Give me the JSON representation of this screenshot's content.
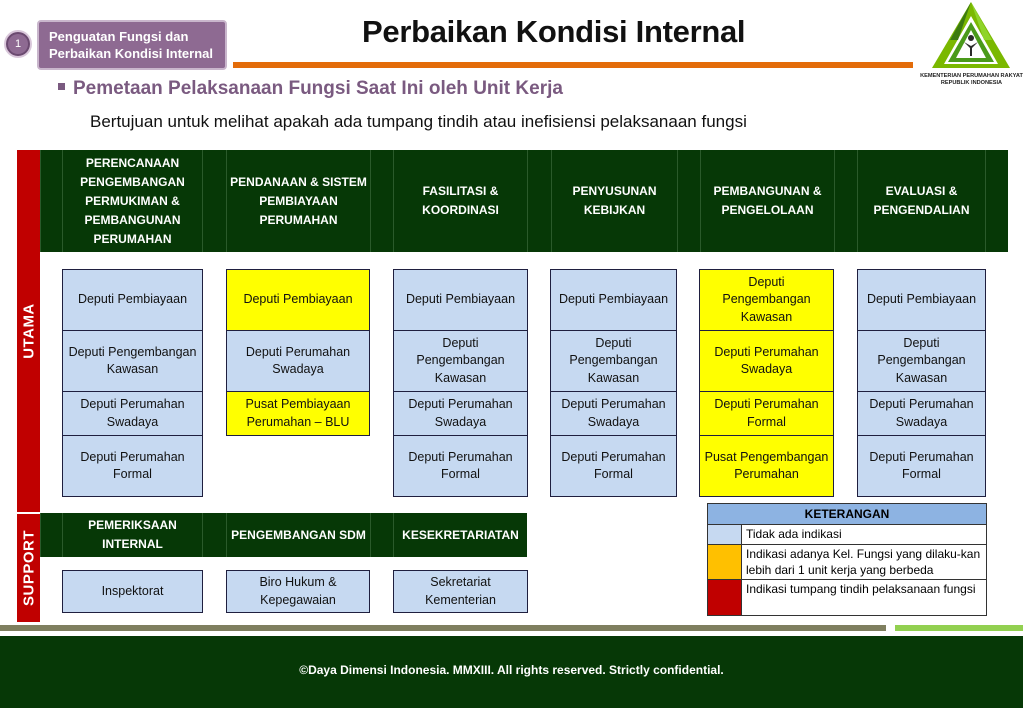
{
  "header": {
    "section_number": "1",
    "section_line1": "Penguatan Fungsi dan",
    "section_line2": "Perbaikan Kondisi Internal",
    "title": "Perbaikan Kondisi Internal",
    "logo_line1": "KEMENTERIAN PERUMAHAN RAKYAT",
    "logo_line2": "REPUBLIK INDONESIA"
  },
  "bullet": {
    "title": "Pemetaan Pelaksanaan Fungsi Saat Ini oleh Unit Kerja",
    "subtitle": "Bertujuan untuk melihat apakah ada tumpang tindih atau inefisiensi pelaksanaan fungsi"
  },
  "side_labels": {
    "utama": "UTAMA",
    "support": "SUPPORT"
  },
  "utama_columns": [
    {
      "header": "PERENCANAAN PENGEMBANGAN PERMUKIMAN & PEMBANGUNAN PERUMAHAN",
      "units": [
        {
          "label": "Deputi Pembiayaan",
          "color": "#c6d9f1"
        },
        {
          "label": "Deputi Pengembangan Kawasan",
          "color": "#c6d9f1"
        },
        {
          "label": "Deputi Perumahan Swadaya",
          "color": "#c6d9f1"
        },
        {
          "label": "Deputi Perumahan Formal",
          "color": "#c6d9f1"
        }
      ]
    },
    {
      "header": "PENDANAAN & SISTEM PEMBIAYAAN PERUMAHAN",
      "units": [
        {
          "label": "Deputi Pembiayaan",
          "color": "#ffff00"
        },
        {
          "label": "Deputi Perumahan Swadaya",
          "color": "#c6d9f1"
        },
        {
          "label": "Pusat Pembiayaan Perumahan – BLU",
          "color": "#ffff00"
        }
      ]
    },
    {
      "header": "FASILITASI & KOORDINASI",
      "units": [
        {
          "label": "Deputi Pembiayaan",
          "color": "#c6d9f1"
        },
        {
          "label": "Deputi Pengembangan Kawasan",
          "color": "#c6d9f1"
        },
        {
          "label": "Deputi Perumahan Swadaya",
          "color": "#c6d9f1"
        },
        {
          "label": "Deputi Perumahan Formal",
          "color": "#c6d9f1"
        }
      ]
    },
    {
      "header": "PENYUSUNAN KEBIJKAN",
      "units": [
        {
          "label": "Deputi Pembiayaan",
          "color": "#c6d9f1"
        },
        {
          "label": "Deputi Pengembangan Kawasan",
          "color": "#c6d9f1"
        },
        {
          "label": "Deputi Perumahan Swadaya",
          "color": "#c6d9f1"
        },
        {
          "label": "Deputi Perumahan Formal",
          "color": "#c6d9f1"
        }
      ]
    },
    {
      "header": "PEMBANGUNAN & PENGELOLAAN",
      "units": [
        {
          "label": "Deputi Pengembangan Kawasan",
          "color": "#ffff00"
        },
        {
          "label": "Deputi Perumahan Swadaya",
          "color": "#ffff00"
        },
        {
          "label": "Deputi Perumahan Formal",
          "color": "#ffff00"
        },
        {
          "label": "Pusat Pengembangan Perumahan",
          "color": "#ffff00"
        }
      ]
    },
    {
      "header": "EVALUASI & PENGENDALIAN",
      "units": [
        {
          "label": "Deputi Pembiayaan",
          "color": "#c6d9f1"
        },
        {
          "label": "Deputi Pengembangan Kawasan",
          "color": "#c6d9f1"
        },
        {
          "label": "Deputi Perumahan Swadaya",
          "color": "#c6d9f1"
        },
        {
          "label": "Deputi Perumahan Formal",
          "color": "#c6d9f1"
        }
      ]
    }
  ],
  "support_columns": [
    {
      "header": "PEMERIKSAAN INTERNAL",
      "unit": "Inspektorat"
    },
    {
      "header": "PENGEMBANGAN SDM",
      "unit": "Biro Hukum & Kepegawaian"
    },
    {
      "header": "KESEKRETARIATAN",
      "unit": "Sekretariat Kementerian"
    }
  ],
  "legend": {
    "title": "KETERANGAN",
    "rows": [
      {
        "color": "#c6d9f1",
        "text": "Tidak ada indikasi"
      },
      {
        "color": "#ffc000",
        "text": "Indikasi  adanya Kel. Fungsi yang dilaku-kan lebih dari 1 unit kerja yang berbeda"
      },
      {
        "color": "#c00000",
        "text": "Indikasi tumpang tindih  pelaksanaan fungsi"
      }
    ]
  },
  "footer": {
    "text": "©Daya Dimensi Indonesia. MMXIII. All rights reserved. Strictly confidential."
  },
  "colors": {
    "dark_green": "#063806",
    "accent_orange": "#e36c0a",
    "purple": "#8e6a92",
    "side_red": "#c00000"
  }
}
